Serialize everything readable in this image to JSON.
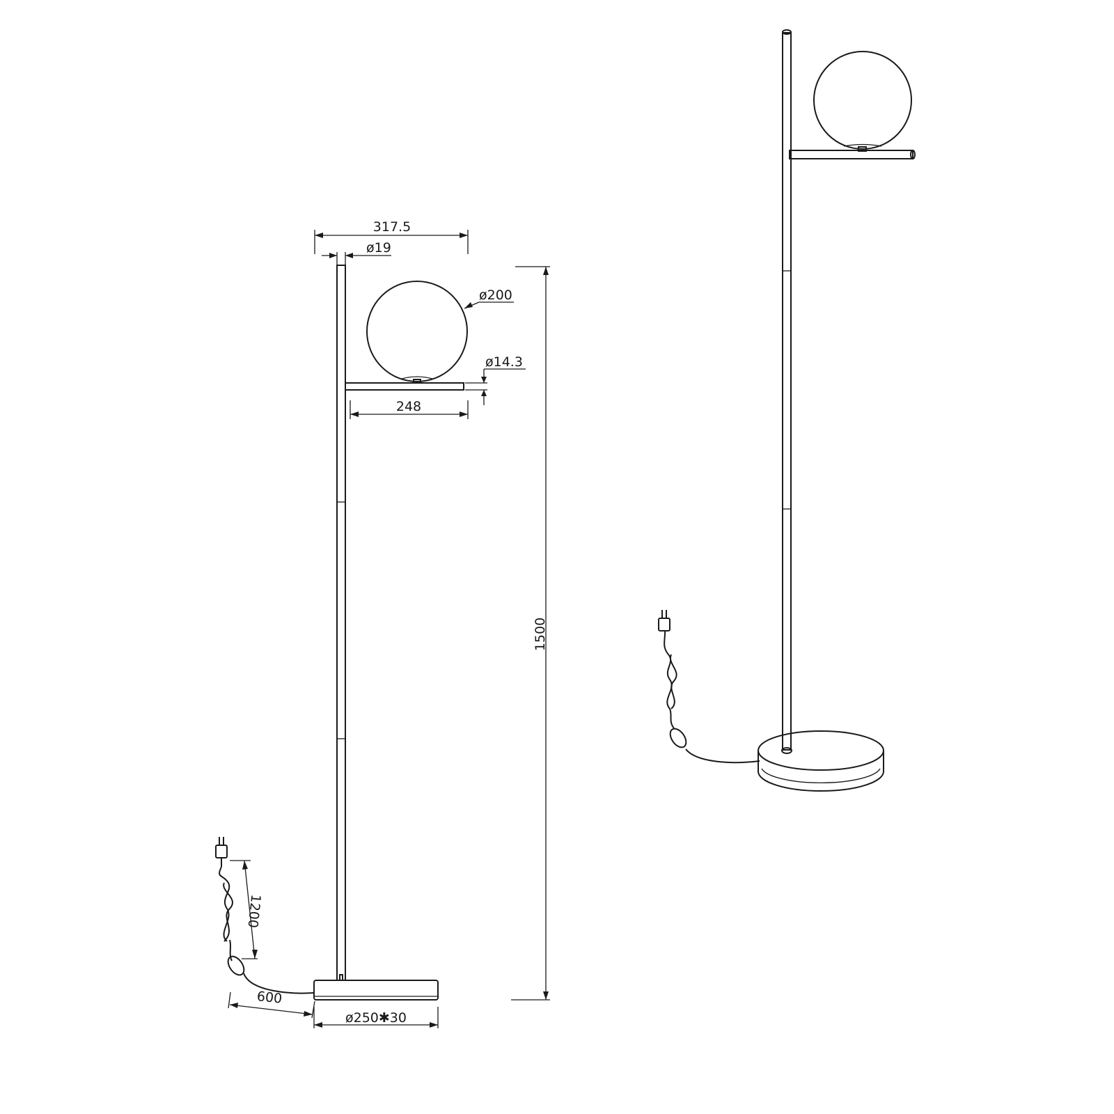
{
  "dimensions": {
    "overall_width": "317.5",
    "pole_diameter": "ø19",
    "globe_diameter": "ø200",
    "arm_diameter": "ø14.3",
    "arm_length": "248",
    "total_height": "1500",
    "cord_to_switch": "1200",
    "cord_to_base": "600",
    "base_size": "ø250✱30"
  }
}
